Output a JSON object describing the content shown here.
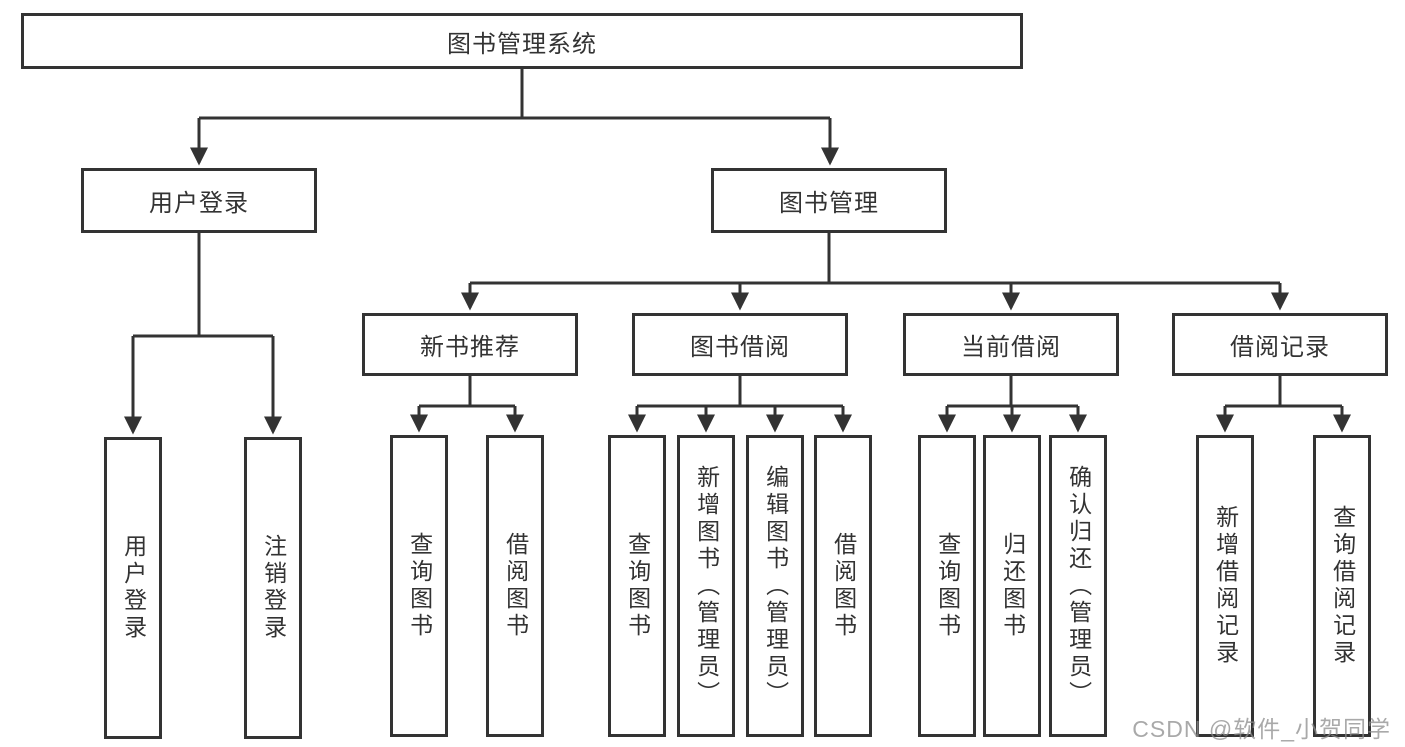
{
  "diagram_title": "图书管理系统",
  "tree": {
    "label": "图书管理系统",
    "children": [
      {
        "label": "用户登录",
        "children": [
          {
            "label": "用户登录"
          },
          {
            "label": "注销登录"
          }
        ]
      },
      {
        "label": "图书管理",
        "children": [
          {
            "label": "新书推荐",
            "children": [
              {
                "label": "查询图书"
              },
              {
                "label": "借阅图书"
              }
            ]
          },
          {
            "label": "图书借阅",
            "children": [
              {
                "label": "查询图书"
              },
              {
                "label": "新增图书（管理员）"
              },
              {
                "label": "编辑图书（管理员）"
              },
              {
                "label": "借阅图书"
              }
            ]
          },
          {
            "label": "当前借阅",
            "children": [
              {
                "label": "查询图书"
              },
              {
                "label": "归还图书"
              },
              {
                "label": "确认归还（管理员）"
              }
            ]
          },
          {
            "label": "借阅记录",
            "children": [
              {
                "label": "新增借阅记录"
              },
              {
                "label": "查询借阅记录"
              }
            ]
          }
        ]
      }
    ]
  },
  "watermark": "CSDN @软件_小贺同学",
  "colors": {
    "line": "#333333",
    "box_border": "#333333",
    "box_fill": "#ffffff",
    "text": "#333333",
    "watermark": "#8c8c8c",
    "background": "#ffffff"
  }
}
